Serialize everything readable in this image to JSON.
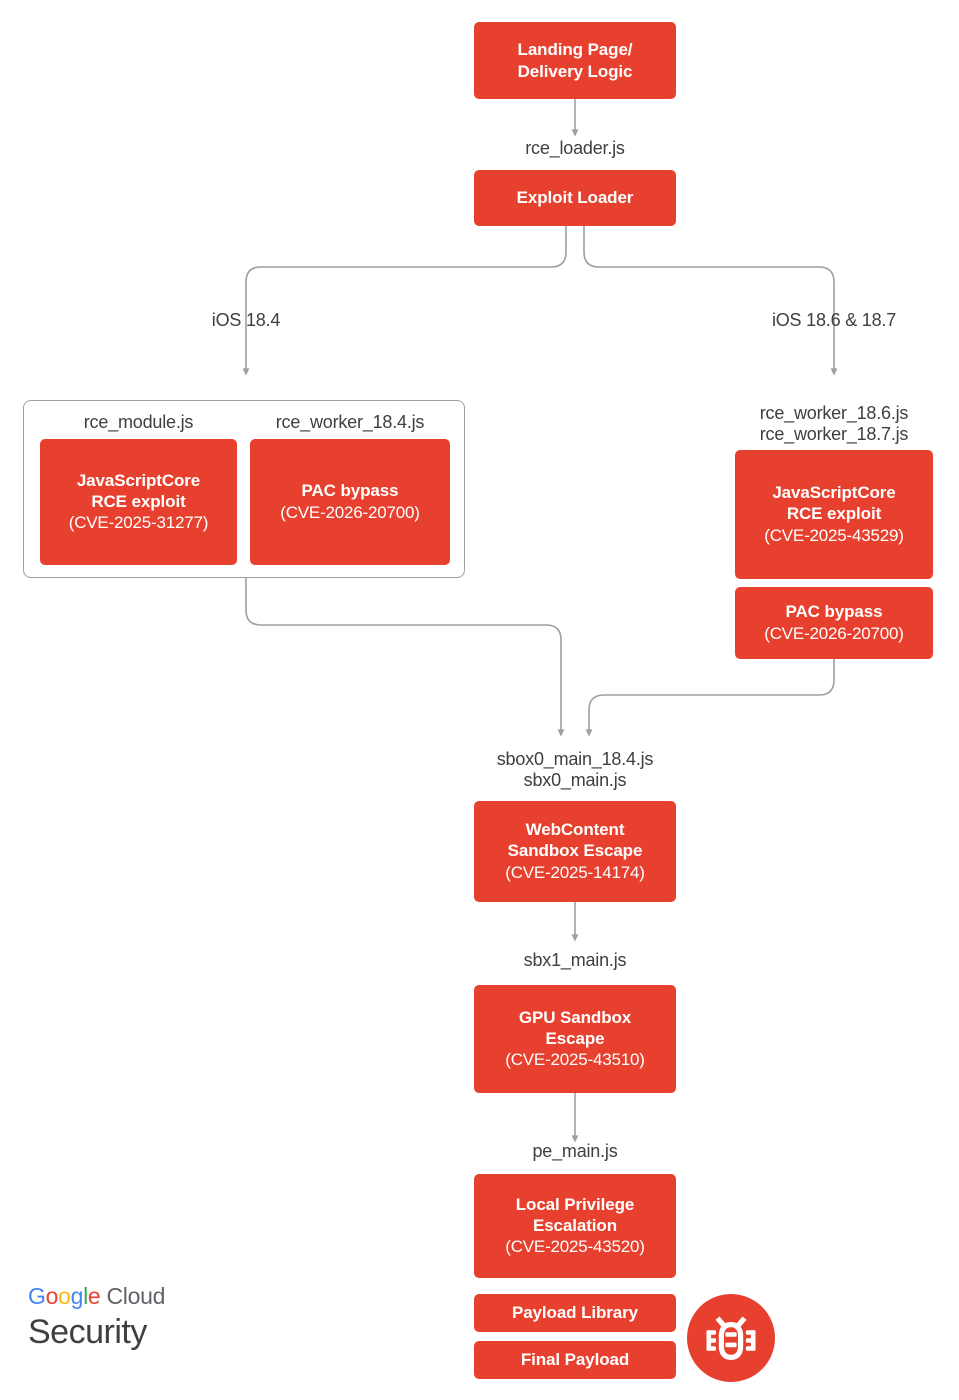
{
  "diagram": {
    "title": "iOS exploit chain flow",
    "accent_color": "#E8402E",
    "text_color": "#3c4043",
    "border_color": "#9aa0a6"
  },
  "nodes": {
    "landing": {
      "title": "Landing Page/\nDelivery Logic"
    },
    "loader": {
      "title": "Exploit Loader"
    },
    "jsc_184": {
      "title": "JavaScriptCore\nRCE exploit",
      "cve": "(CVE-2025-31277)"
    },
    "pac_184": {
      "title": "PAC bypass",
      "cve": "(CVE-2026-20700)"
    },
    "jsc_186": {
      "title": "JavaScriptCore\nRCE exploit",
      "cve": "(CVE-2025-43529)"
    },
    "pac_186": {
      "title": "PAC bypass",
      "cve": "(CVE-2026-20700)"
    },
    "webcontent": {
      "title": "WebContent\nSandbox Escape",
      "cve": "(CVE-2025-14174)"
    },
    "gpu": {
      "title": "GPU Sandbox\nEscape",
      "cve": "(CVE-2025-43510)"
    },
    "lpe": {
      "title": "Local Privilege\nEscalation",
      "cve": "(CVE-2025-43520)"
    },
    "payload_library": {
      "title": "Payload Library"
    },
    "final_payload": {
      "title": "Final Payload"
    }
  },
  "labels": {
    "rce_loader": "rce_loader.js",
    "ios_184": "iOS 18.4",
    "ios_186_187": "iOS 18.6 & 18.7",
    "rce_module": "rce_module.js",
    "rce_worker_184": "rce_worker_18.4.js",
    "rce_worker_186_187": "rce_worker_18.6.js\nrce_worker_18.7.js",
    "sbox0": "sbox0_main_18.4.js\nsbx0_main.js",
    "sbx1": "sbx1_main.js",
    "pe_main": "pe_main.js"
  },
  "logo": {
    "g1": "G",
    "o1": "o",
    "o2": "o",
    "g2": "g",
    "l": "l",
    "e": "e",
    "cloud": " Cloud",
    "security": "Security"
  },
  "icons": {
    "bug": "bug-icon"
  }
}
